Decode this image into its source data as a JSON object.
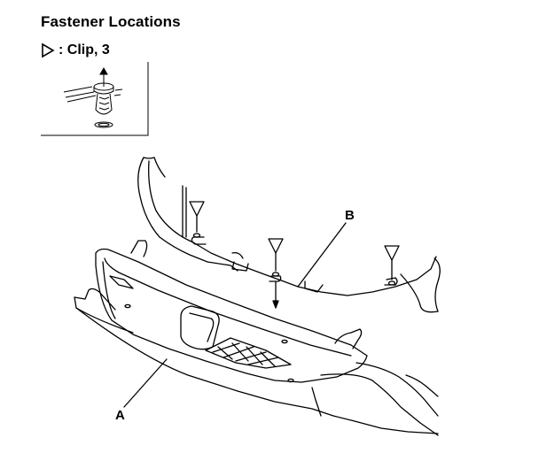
{
  "title": "Fastener Locations",
  "legend": {
    "symbol": "triangle-outline-icon",
    "text": ": Clip, 3"
  },
  "callouts": {
    "a": "A",
    "b": "B"
  },
  "colors": {
    "line": "#000000",
    "background": "#ffffff"
  }
}
